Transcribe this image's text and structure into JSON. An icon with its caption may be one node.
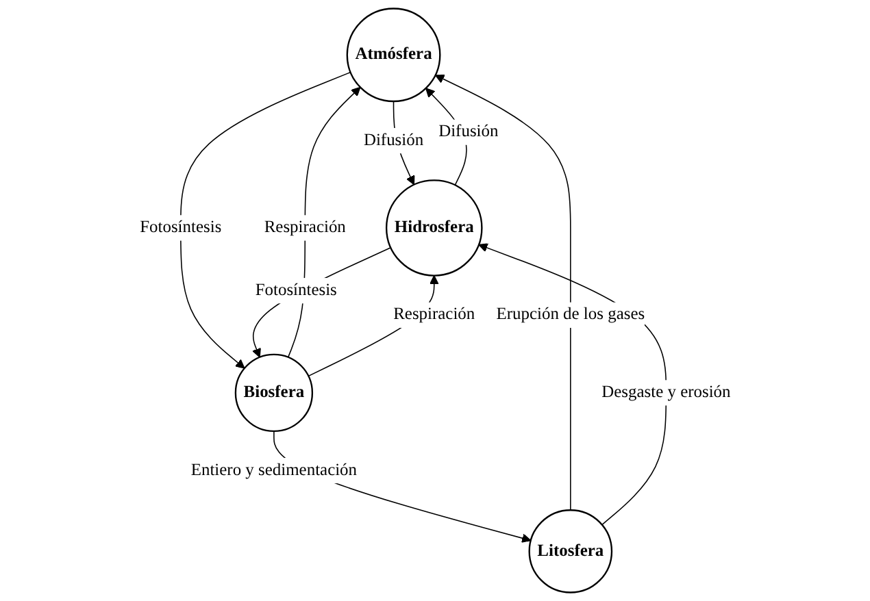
{
  "diagram": {
    "nodes": [
      {
        "text": [
          "Atmósfera"
        ]
      },
      {
        "text": [
          "Hidrosfera"
        ]
      },
      {
        "text": [
          "Biosfera"
        ]
      },
      {
        "text": [
          "Litosfera"
        ]
      }
    ],
    "edges": [
      {
        "from": 1,
        "to": 0,
        "arrow": "to",
        "label": "Difusión"
      },
      {
        "from": 0,
        "to": 1,
        "arrow": "to",
        "label": "Difusión"
      },
      {
        "from": 2,
        "to": 0,
        "arrow": "to",
        "label": "Respiración"
      },
      {
        "from": 0,
        "to": 2,
        "arrow": "to",
        "label": "Fotosíntesis"
      },
      {
        "from": 2,
        "to": 1,
        "arrow": "to",
        "label": "Respiración"
      },
      {
        "from": 1,
        "to": 2,
        "arrow": "to",
        "label": "Fotosíntesis"
      },
      {
        "from": 3,
        "to": 0,
        "arrow": "to",
        "label": "Erupción de los gases"
      },
      {
        "from": 2,
        "to": 3,
        "arrow": "to",
        "label": "Entiero y sedimentación"
      },
      {
        "from": 3,
        "to": 1,
        "arrow": "to",
        "label": "Desgaste y erosión"
      }
    ]
  }
}
